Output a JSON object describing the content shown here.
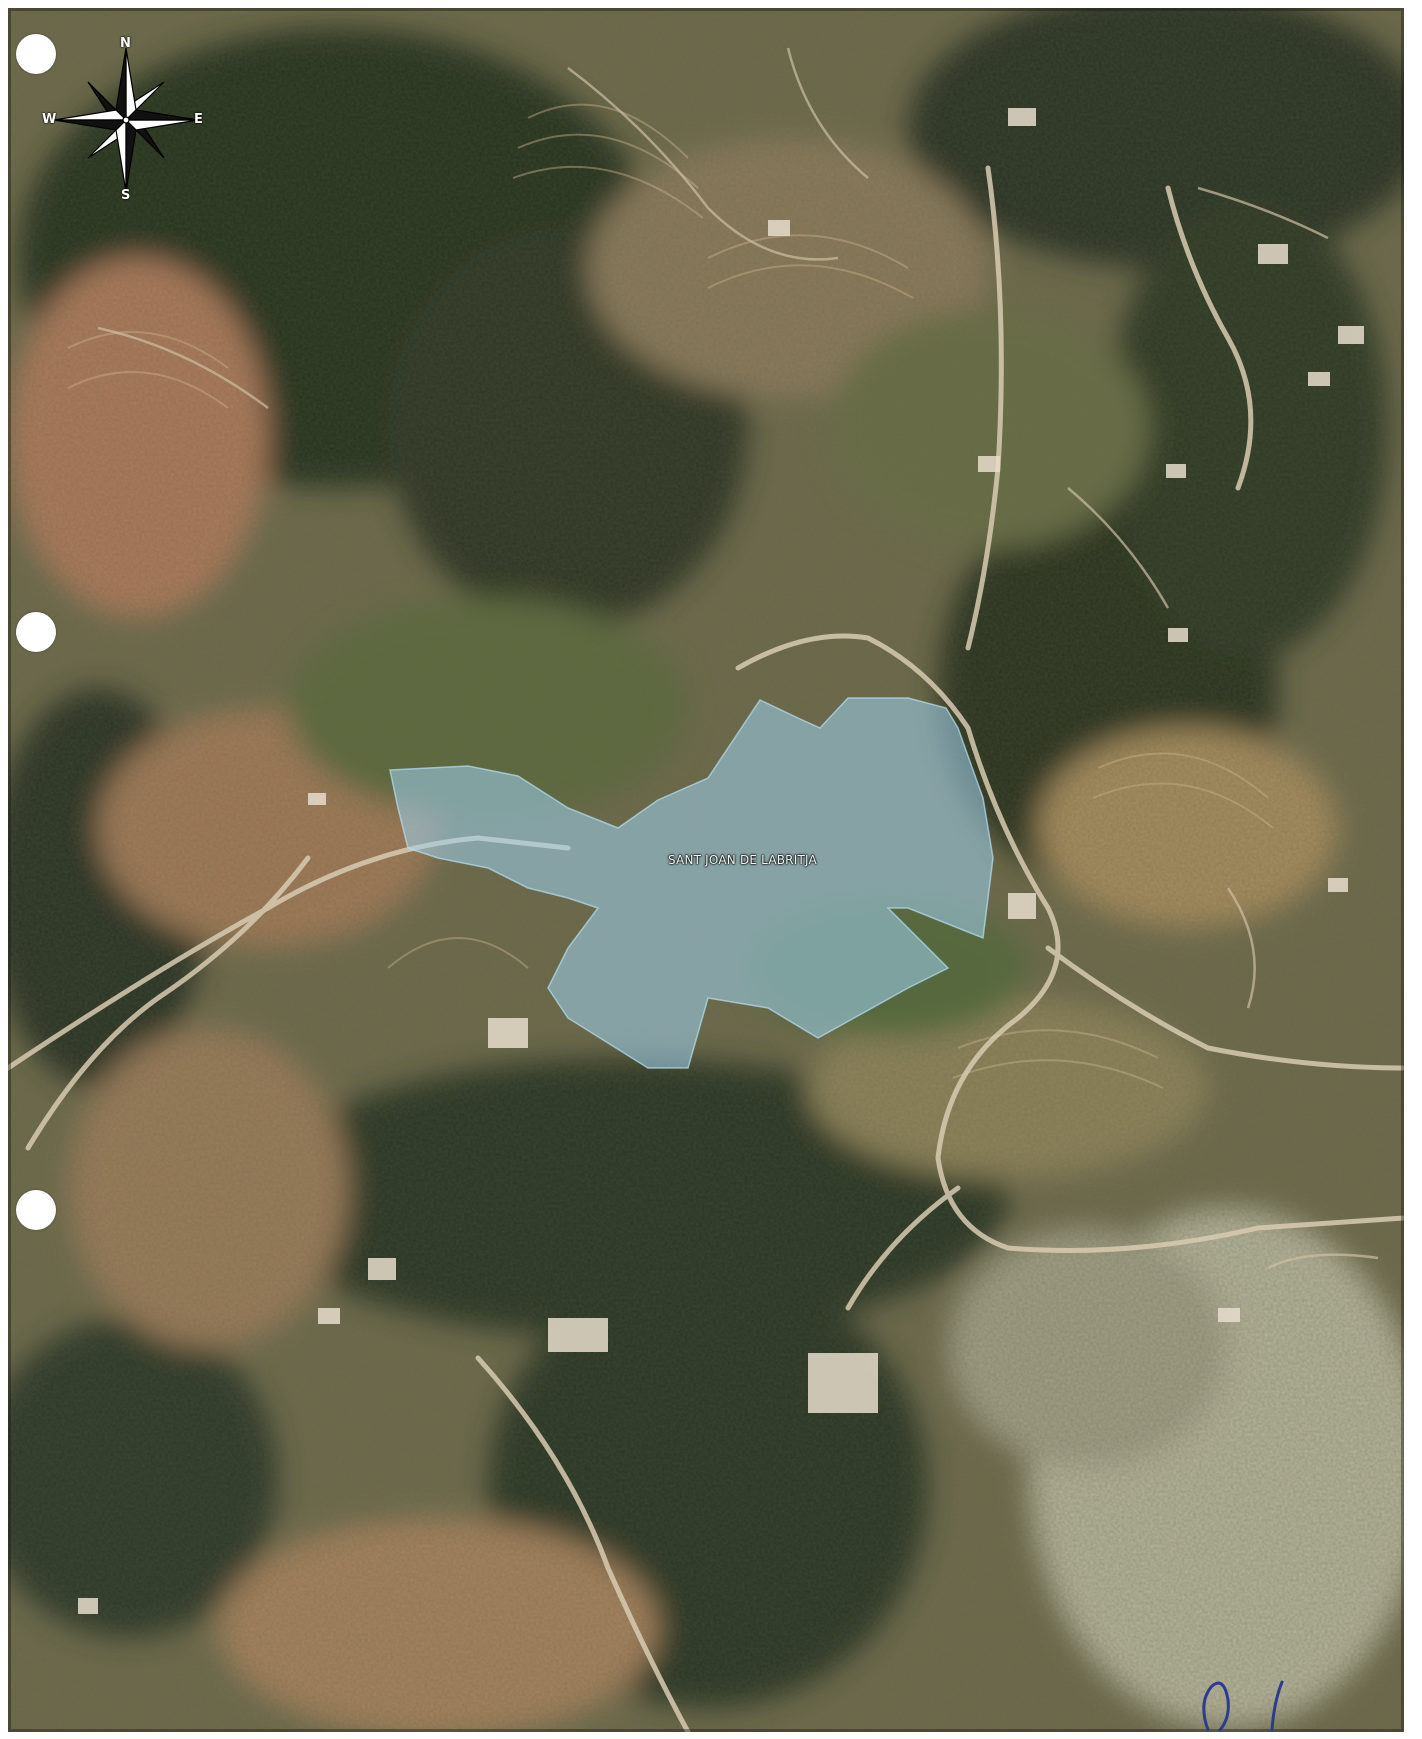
{
  "map": {
    "place_label": "SANT JOAN DE LABRITJA",
    "highlight_color": "#9fd2ee"
  },
  "compass": {
    "north": "N",
    "south": "S",
    "west": "W",
    "east": "E"
  },
  "icons": {
    "compass": "compass-rose-icon",
    "signature": "handwritten-signature-icon"
  }
}
